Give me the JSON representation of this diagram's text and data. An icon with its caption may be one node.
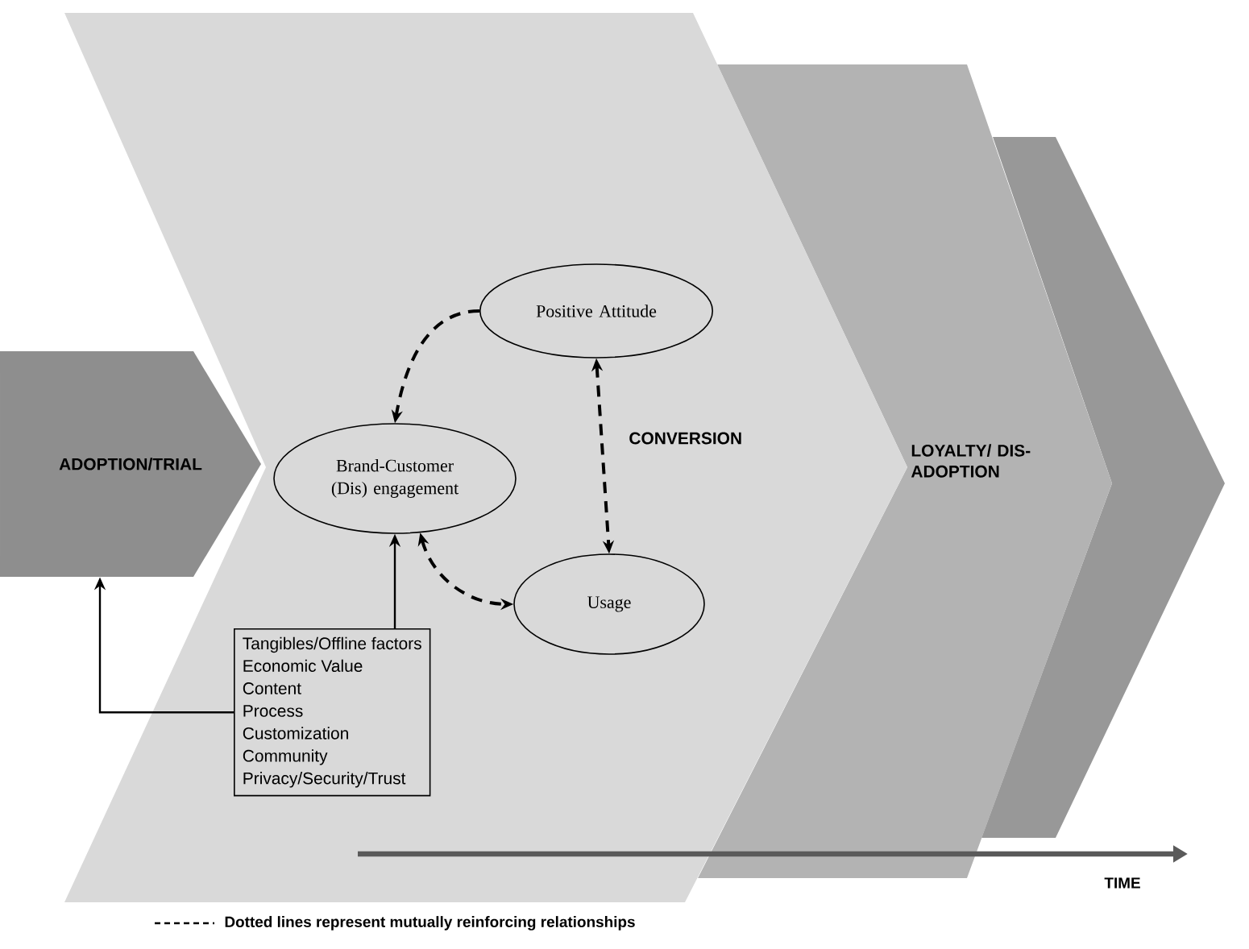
{
  "diagram": {
    "nodes": [
      {
        "text": [
          "ADOPTION/TRIAL"
        ]
      },
      {
        "text": [
          "CONVERSION"
        ]
      },
      {
        "text": [
          "Positive Attitude"
        ],
        "in": 1
      },
      {
        "text": [
          "Brand-Customer (Dis) engagement"
        ],
        "in": 1
      },
      {
        "text": [
          "Usage"
        ],
        "in": 1
      },
      {
        "text": [
          "Tangibles/Offline factors",
          "Economic Value",
          "Content",
          "Process",
          "Customization",
          "Community",
          "Privacy/Security/Trust"
        ],
        "in": 1
      },
      {
        "text": [
          "LOYALTY/ DIS-ADOPTION"
        ]
      },
      {
        "text": [],
        "shape": "chevron"
      }
    ],
    "edges": [
      {
        "from": 2,
        "to": 3,
        "arrow": "to",
        "style": "dashed"
      },
      {
        "from": 2,
        "to": 4,
        "arrow": "both",
        "style": "dashed"
      },
      {
        "from": 3,
        "to": 4,
        "arrow": "both",
        "style": "dashed"
      },
      {
        "from": 5,
        "to": 3,
        "arrow": "to"
      },
      {
        "from": 5,
        "to": 0,
        "arrow": "to"
      }
    ],
    "labels": [
      "TIME"
    ],
    "legend": [
      {
        "text": "Dotted lines represent mutually reinforcing relationships"
      }
    ]
  }
}
